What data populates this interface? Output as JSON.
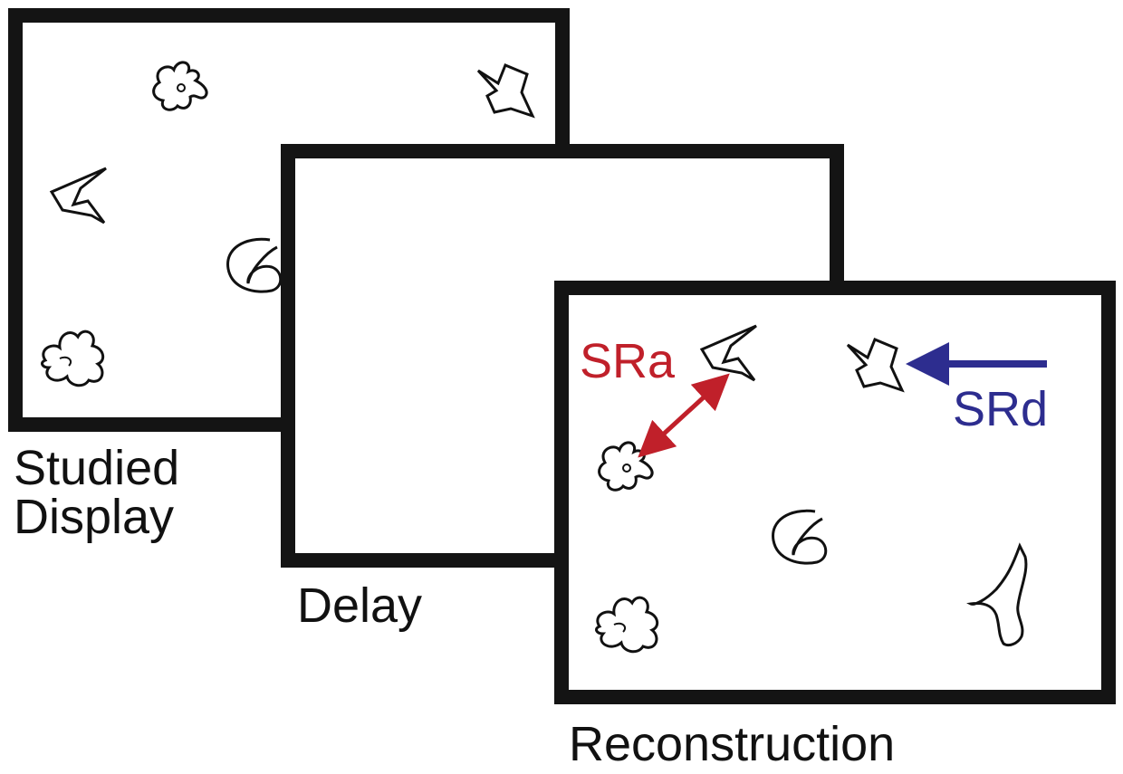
{
  "panels": {
    "studied": {
      "label_line1": "Studied",
      "label_line2": "Display"
    },
    "delay": {
      "label": "Delay"
    },
    "reconstruction": {
      "label": "Reconstruction"
    }
  },
  "annotations": {
    "sra": {
      "text": "SRa",
      "color": "#c0202a"
    },
    "srd": {
      "text": "SRd",
      "color": "#2d2d8f"
    }
  },
  "colors": {
    "frame": "#141414",
    "shape_stroke": "#111111",
    "background": "#ffffff"
  }
}
